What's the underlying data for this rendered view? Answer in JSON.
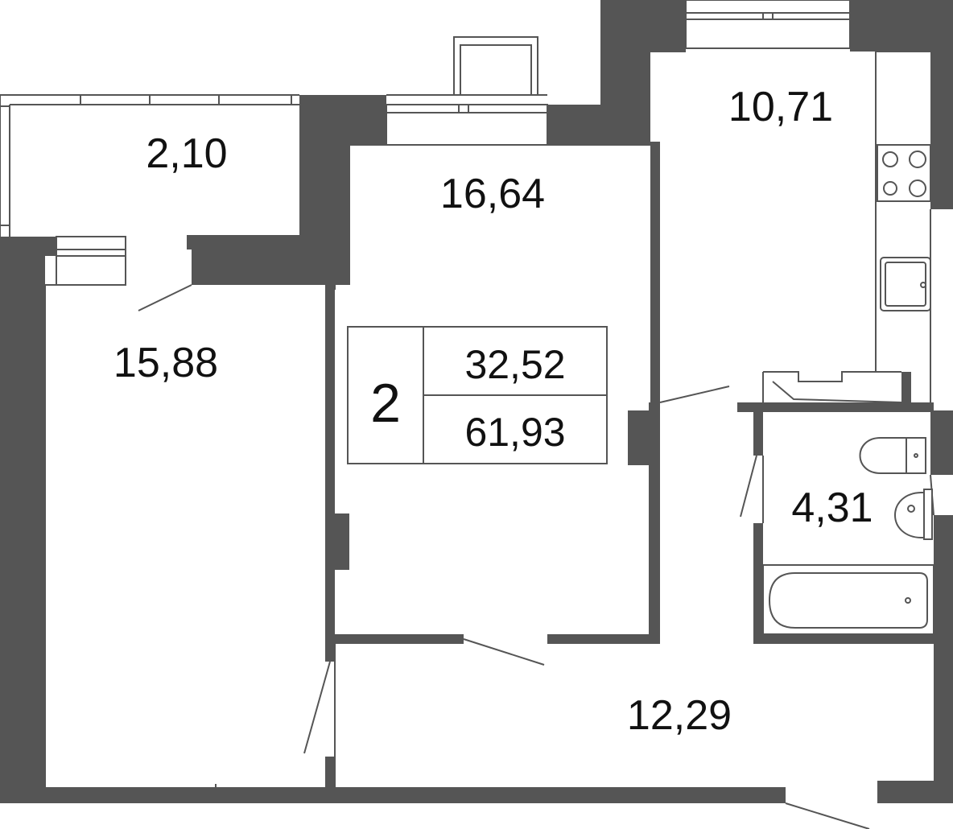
{
  "rooms": {
    "balcony": "2,10",
    "bedroom": "15,88",
    "living": "16,64",
    "kitchen": "10,71",
    "bathroom": "4,31",
    "hallway": "12,29"
  },
  "summary": {
    "room_count": "2",
    "living_area": "32,52",
    "total_area": "61,93"
  },
  "colors": {
    "wall": "#555555",
    "background": "#ffffff",
    "text": "#111111"
  }
}
